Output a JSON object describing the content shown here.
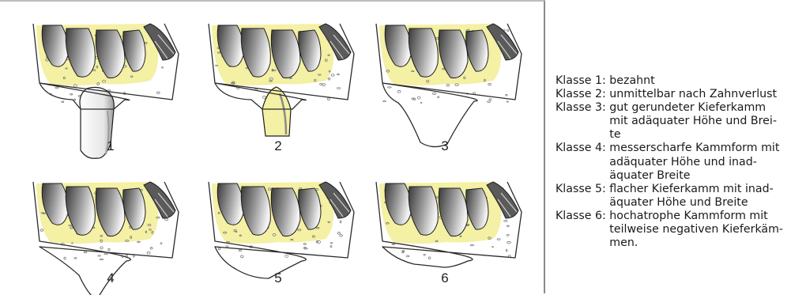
{
  "panels": [
    {
      "number": "1",
      "residual_ridge": "tooth"
    },
    {
      "number": "2",
      "residual_ridge": "extraction-socket"
    },
    {
      "number": "3",
      "residual_ridge": "rounded-high-wide"
    },
    {
      "number": "4",
      "residual_ridge": "knife-edge"
    },
    {
      "number": "5",
      "residual_ridge": "flat"
    },
    {
      "number": "6",
      "residual_ridge": "negative"
    }
  ],
  "legend": [
    {
      "key": "Klasse 1: ",
      "lines": [
        "bezahnt"
      ]
    },
    {
      "key": "Klasse 2: ",
      "lines": [
        "unmittelbar nach Zahnverlust"
      ]
    },
    {
      "key": "Klasse 3: ",
      "lines": [
        "gut gerundeter Kieferkamm",
        "mit adäquater Höhe und Brei-",
        "te"
      ]
    },
    {
      "key": "Klasse 4: ",
      "lines": [
        "messerscharfe Kammform mit",
        "adäquater Höhe und inad-",
        "äquater Breite"
      ]
    },
    {
      "key": "Klasse 5: ",
      "lines": [
        "flacher Kieferkamm mit inad-",
        "äquater Höhe und Breite"
      ]
    },
    {
      "key": "Klasse 6: ",
      "lines": [
        "hochatrophe Kammform mit",
        "teilweise negativen Kieferkäm-",
        "men."
      ]
    }
  ],
  "colors": {
    "gum": "#f4f0a4",
    "bone_outline": "#2b2b2b",
    "bone_fill": "#ffffff",
    "trabecula": "#6e6e6e",
    "tooth_dark": "#3a3a3a",
    "tooth_light": "#f2f2f2"
  }
}
